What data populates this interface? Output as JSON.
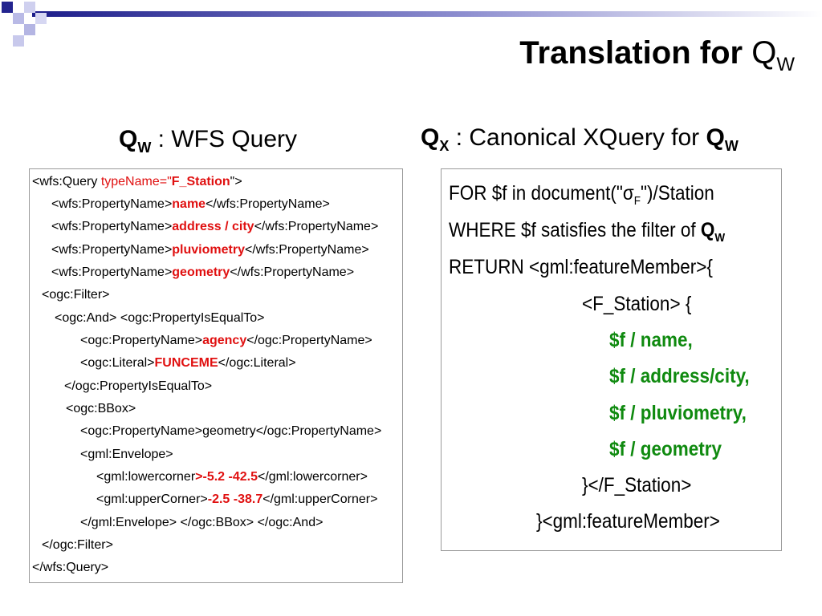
{
  "slide": {
    "title": "Translation for ",
    "title_q": "Q",
    "title_q_sub": "W"
  },
  "left": {
    "heading_q": "Q",
    "heading_sub": "W",
    "heading_text": " : WFS Query",
    "lines": [
      {
        "pre": "<wfs:Query ",
        "hl1": "typeName=\"",
        "hl2": "F_Station",
        "post": "\">"
      },
      {
        "pre": "<wfs:PropertyName>",
        "hl": "name",
        "post": "</wfs:PropertyName>"
      },
      {
        "pre": "<wfs:PropertyName>",
        "hl": "address / city",
        "post": "</wfs:PropertyName>"
      },
      {
        "pre": "<wfs:PropertyName>",
        "hl": "pluviometry",
        "post": "</wfs:PropertyName>"
      },
      {
        "pre": "<wfs:PropertyName>",
        "hl": "geometry",
        "post": "</wfs:PropertyName>"
      },
      {
        "text": "<ogc:Filter>"
      },
      {
        "text": "<ogc:And> <ogc:PropertyIsEqualTo>"
      },
      {
        "pre": "<ogc:PropertyName>",
        "hl": "agency",
        "post": "</ogc:PropertyName>"
      },
      {
        "pre": "<ogc:Literal>",
        "hl": "FUNCEME",
        "post": "</ogc:Literal>"
      },
      {
        "text": "</ogc:PropertyIsEqualTo>"
      },
      {
        "text": "<ogc:BBox>"
      },
      {
        "text": "<ogc:PropertyName>geometry</ogc:PropertyName>"
      },
      {
        "text": "<gml:Envelope>"
      },
      {
        "pre": "<gml:lowercorner",
        "hl": ">-5.2  -42.5",
        "post": "</gml:lowercorner>"
      },
      {
        "pre": "<gml:upperCorner>",
        "hl": "-2.5  -38.7",
        "post": "</gml:upperCorner>"
      },
      {
        "text": "</gml:Envelope> </ogc:BBox> </ogc:And>"
      },
      {
        "text": "</ogc:Filter>"
      },
      {
        "text": "</wfs:Query>"
      }
    ]
  },
  "right": {
    "heading_q": "Q",
    "heading_sub": "X",
    "heading_text": " : Canonical XQuery for ",
    "heading_q2": "Q",
    "heading_sub2": "W",
    "line1_pre": "FOR $f in document(\"",
    "line1_sigma": "σ",
    "line1_sigma_sub": "F",
    "line1_post": "\")/Station",
    "line2_pre": "WHERE $f satisfies the filter of ",
    "line2_q": "Q",
    "line2_sub": "W",
    "line3": "RETURN <gml:featureMember>{",
    "line4": "<F_Station> {",
    "line5": "$f / name,",
    "line6": "$f / address/city,",
    "line7": "$f / pluviometry,",
    "line8": "$f / geometry",
    "line9": "}</F_Station>",
    "line10": "}<gml:featureMember>"
  }
}
